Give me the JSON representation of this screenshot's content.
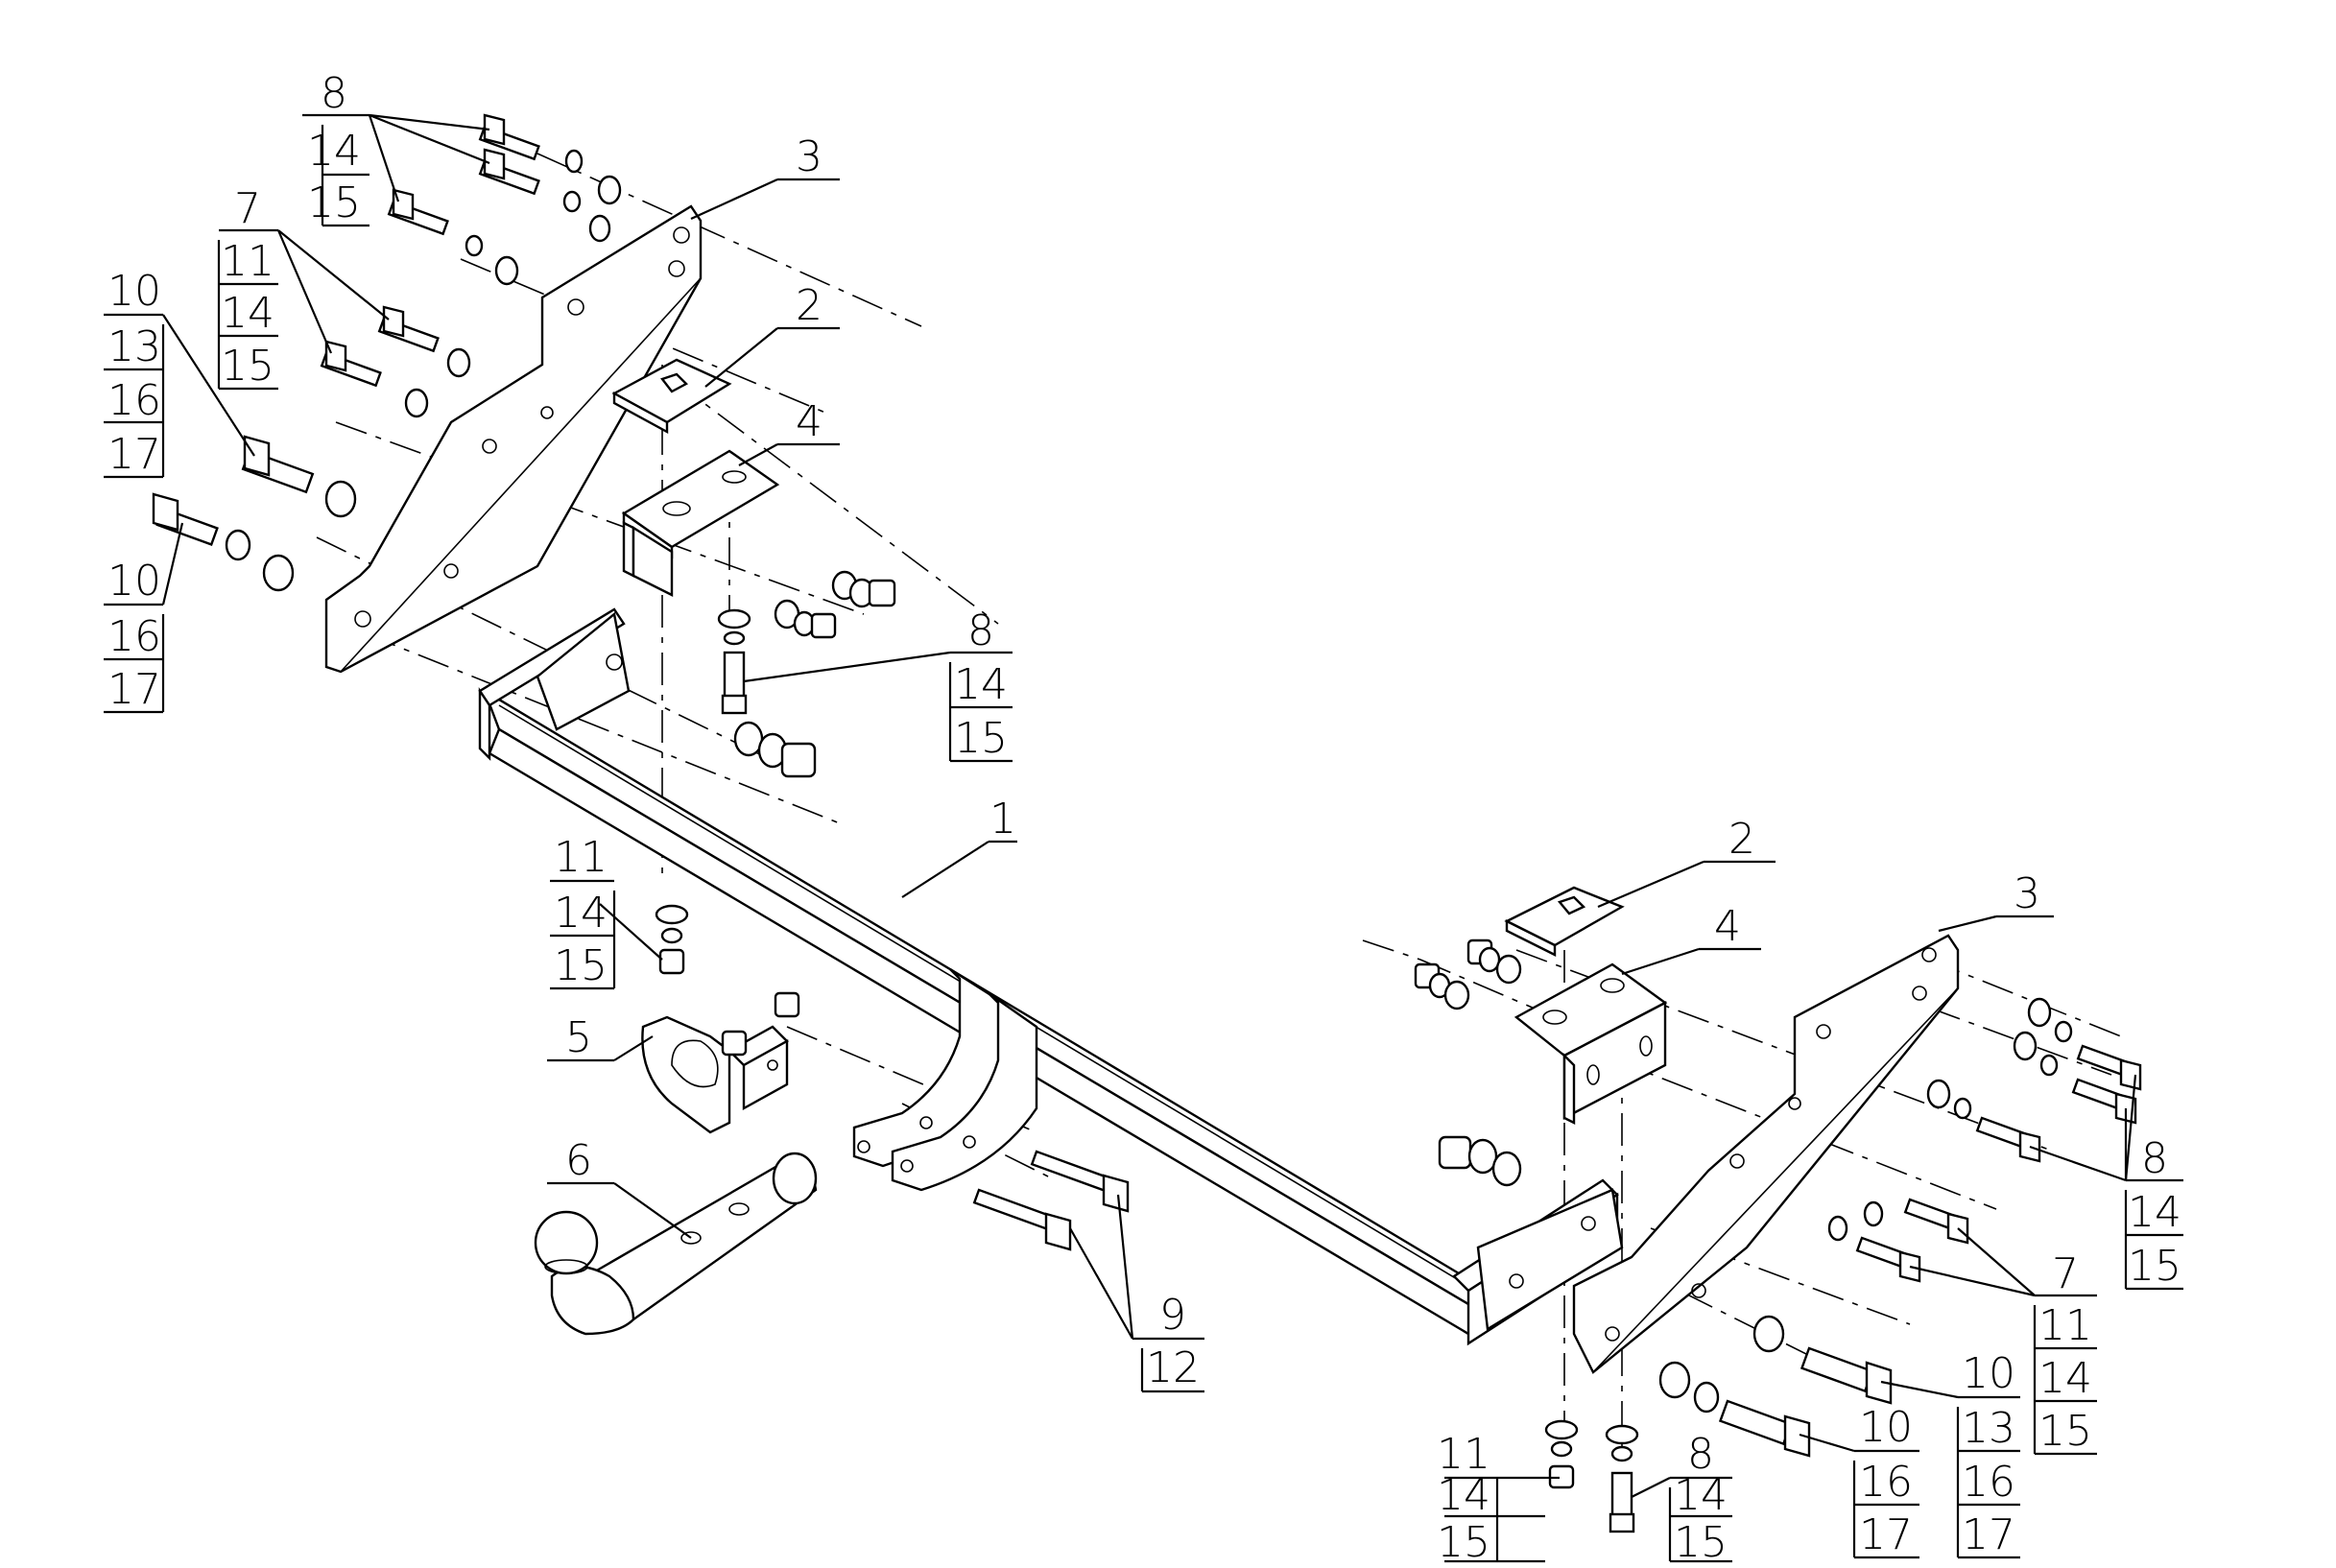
{
  "callouts": {
    "c1": [
      "8",
      "14",
      "15"
    ],
    "c2": [
      "7",
      "11",
      "14",
      "15"
    ],
    "c3": [
      "10",
      "13",
      "16",
      "17"
    ],
    "c4": [
      "10",
      "16",
      "17"
    ],
    "c5": [
      "8",
      "14",
      "15"
    ],
    "c6": [
      "11",
      "14",
      "15"
    ],
    "c7": [
      "9",
      "12"
    ],
    "c8": [
      "8",
      "14",
      "15"
    ],
    "c9": [
      "7",
      "11",
      "14",
      "15"
    ],
    "c10": [
      "10",
      "13",
      "16",
      "17"
    ],
    "c11": [
      "10",
      "16",
      "17"
    ],
    "c12": [
      "11",
      "14",
      "15"
    ],
    "c13": [
      "8",
      "14",
      "15"
    ]
  },
  "leaders": {
    "p3_left": "3",
    "p2_left": "2",
    "p4_left": "4",
    "p1": "1",
    "p5": "5",
    "p6": "6",
    "p2_right": "2",
    "p4_right": "4",
    "p3_right": "3"
  }
}
